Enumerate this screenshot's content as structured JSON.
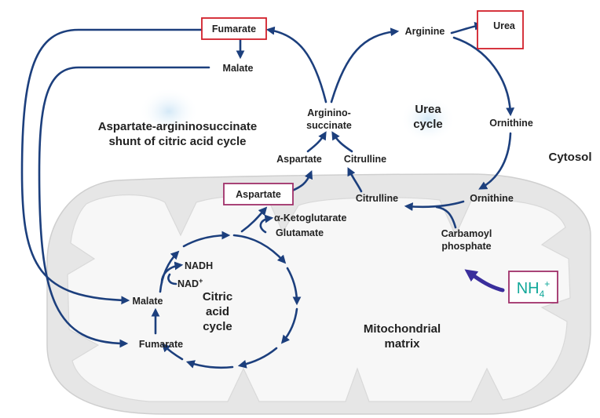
{
  "diagram": {
    "metabolites": {
      "fumarate_top": "Fumarate",
      "malate_top": "Malate",
      "arginine": "Arginine",
      "urea": "Urea",
      "argininosuccinate_l1": "Arginino-",
      "argininosuccinate_l2": "succinate",
      "ornithine_cytosol": "Ornithine",
      "aspartate_cytosol": "Aspartate",
      "citrulline_cytosol": "Citrulline",
      "aspartate_mito": "Aspartate",
      "citrulline_mito": "Citrulline",
      "ornithine_mito": "Ornithine",
      "alpha_ketoglutarate": "α-Ketoglutarate",
      "glutamate": "Glutamate",
      "carbamoyl_l1": "Carbamoyl",
      "carbamoyl_l2": "phosphate",
      "nadh": "NADH",
      "nad": "NAD",
      "nad_sup": "+",
      "malate_mito": "Malate",
      "fumarate_mito": "Fumarate",
      "nh4_base": "NH",
      "nh4_sub": "4",
      "nh4_sup": "+"
    },
    "region_labels": {
      "shunt_l1": "Aspartate-argininosuccinate",
      "shunt_l2": "shunt of citric acid cycle",
      "urea_cycle_l1": "Urea",
      "urea_cycle_l2": "cycle",
      "cytosol": "Cytosol",
      "citric_l1": "Citric",
      "citric_l2": "acid",
      "citric_l3": "cycle",
      "matrix_l1": "Mitochondrial",
      "matrix_l2": "matrix"
    },
    "colors": {
      "pathway_arrow": "#1c3f7d",
      "highlight_box_red": "#d21f2a",
      "highlight_box_purple": "#a0306a",
      "nh4_text": "#12a89a",
      "nh4_arrow": "#3a2e9c",
      "mitochondrion_fill": "#e6e6e6"
    }
  }
}
